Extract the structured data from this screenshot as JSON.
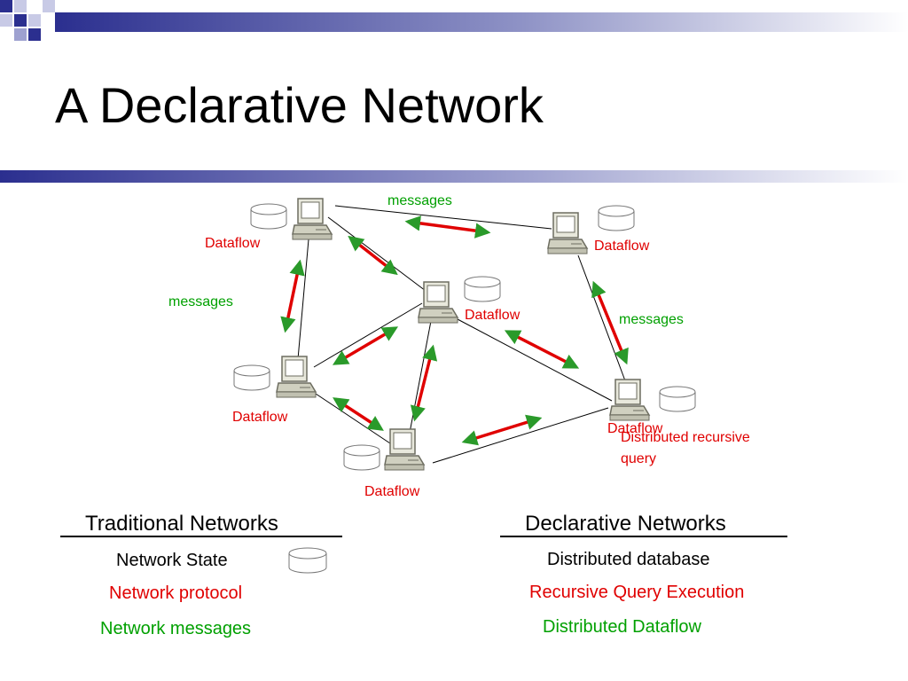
{
  "slide": {
    "title": "A Declarative Network"
  },
  "diagram": {
    "node_label": "Dataflow",
    "message_label": "messages",
    "note": [
      "Distributed recursive",
      "query"
    ]
  },
  "comparison": {
    "traditional": {
      "heading": "Traditional Networks",
      "items": [
        "Network State",
        "Network protocol",
        "Network messages"
      ]
    },
    "declarative": {
      "heading": "Declarative Networks",
      "items": [
        "Distributed database",
        "Recursive Query Execution",
        "Distributed Dataflow"
      ]
    }
  },
  "colors": {
    "accent_blue": "#2b2f8f",
    "protocol_red": "#e00000",
    "message_green": "#00a000"
  }
}
